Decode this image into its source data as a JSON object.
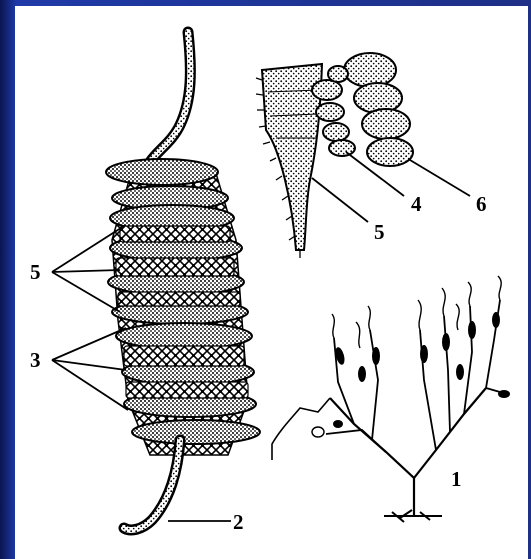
{
  "labels": {
    "l1": "1",
    "l2": "2",
    "l3": "3",
    "l4": "4",
    "l5_left": "5",
    "l5_top": "5",
    "l6": "6"
  }
}
